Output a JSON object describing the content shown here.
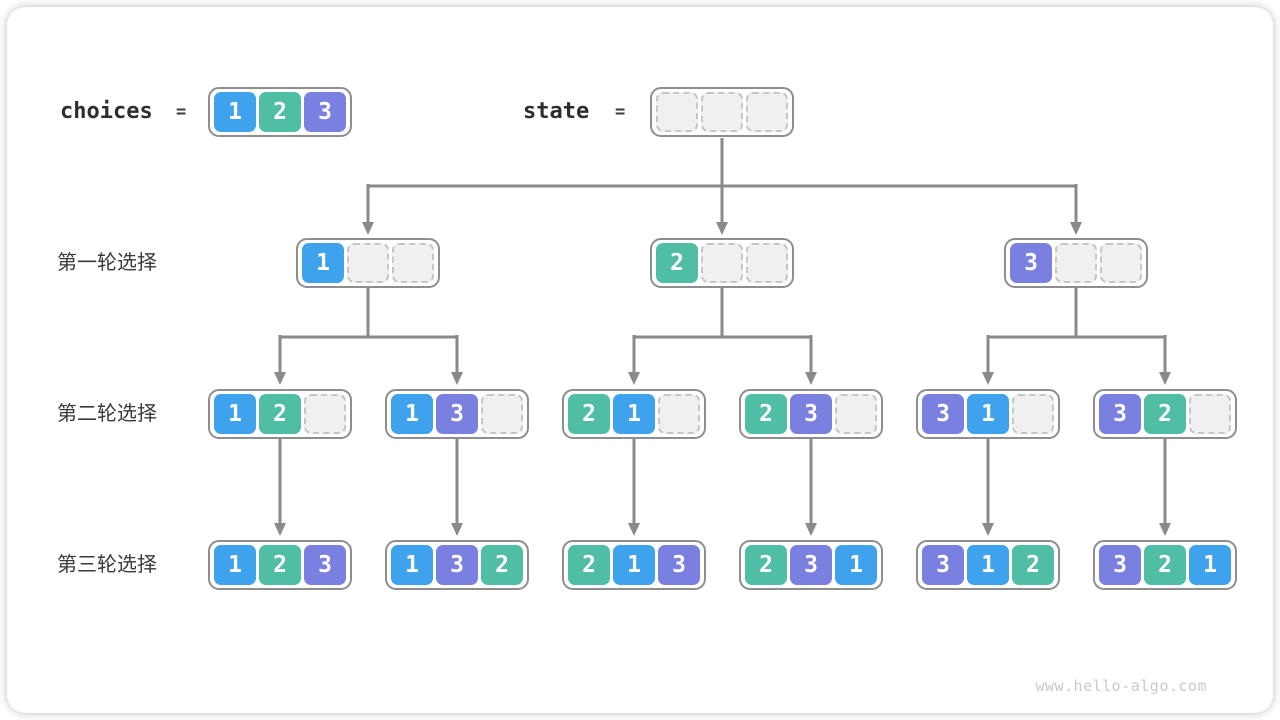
{
  "header": {
    "choices_label": "choices",
    "choices_equals": "=",
    "state_label": "state",
    "state_equals": "="
  },
  "colors": {
    "v1": "#3ea3ec",
    "v2": "#50bda5",
    "v3": "#7a80e0",
    "arrow": "#8a8a8a",
    "box_border": "#8e8e8e",
    "empty_cell": "#f0f0f0"
  },
  "boxes": {
    "choices": [
      1,
      2,
      3
    ],
    "state": [
      null,
      null,
      null
    ]
  },
  "rows": [
    {
      "label": "第一轮选择",
      "boxes": [
        [
          1,
          null,
          null
        ],
        [
          2,
          null,
          null
        ],
        [
          3,
          null,
          null
        ]
      ]
    },
    {
      "label": "第二轮选择",
      "boxes": [
        [
          1,
          2,
          null
        ],
        [
          1,
          3,
          null
        ],
        [
          2,
          1,
          null
        ],
        [
          2,
          3,
          null
        ],
        [
          3,
          1,
          null
        ],
        [
          3,
          2,
          null
        ]
      ]
    },
    {
      "label": "第三轮选择",
      "boxes": [
        [
          1,
          2,
          3
        ],
        [
          1,
          3,
          2
        ],
        [
          2,
          1,
          3
        ],
        [
          2,
          3,
          1
        ],
        [
          3,
          1,
          2
        ],
        [
          3,
          2,
          1
        ]
      ]
    }
  ],
  "watermark": "www.hello-algo.com"
}
